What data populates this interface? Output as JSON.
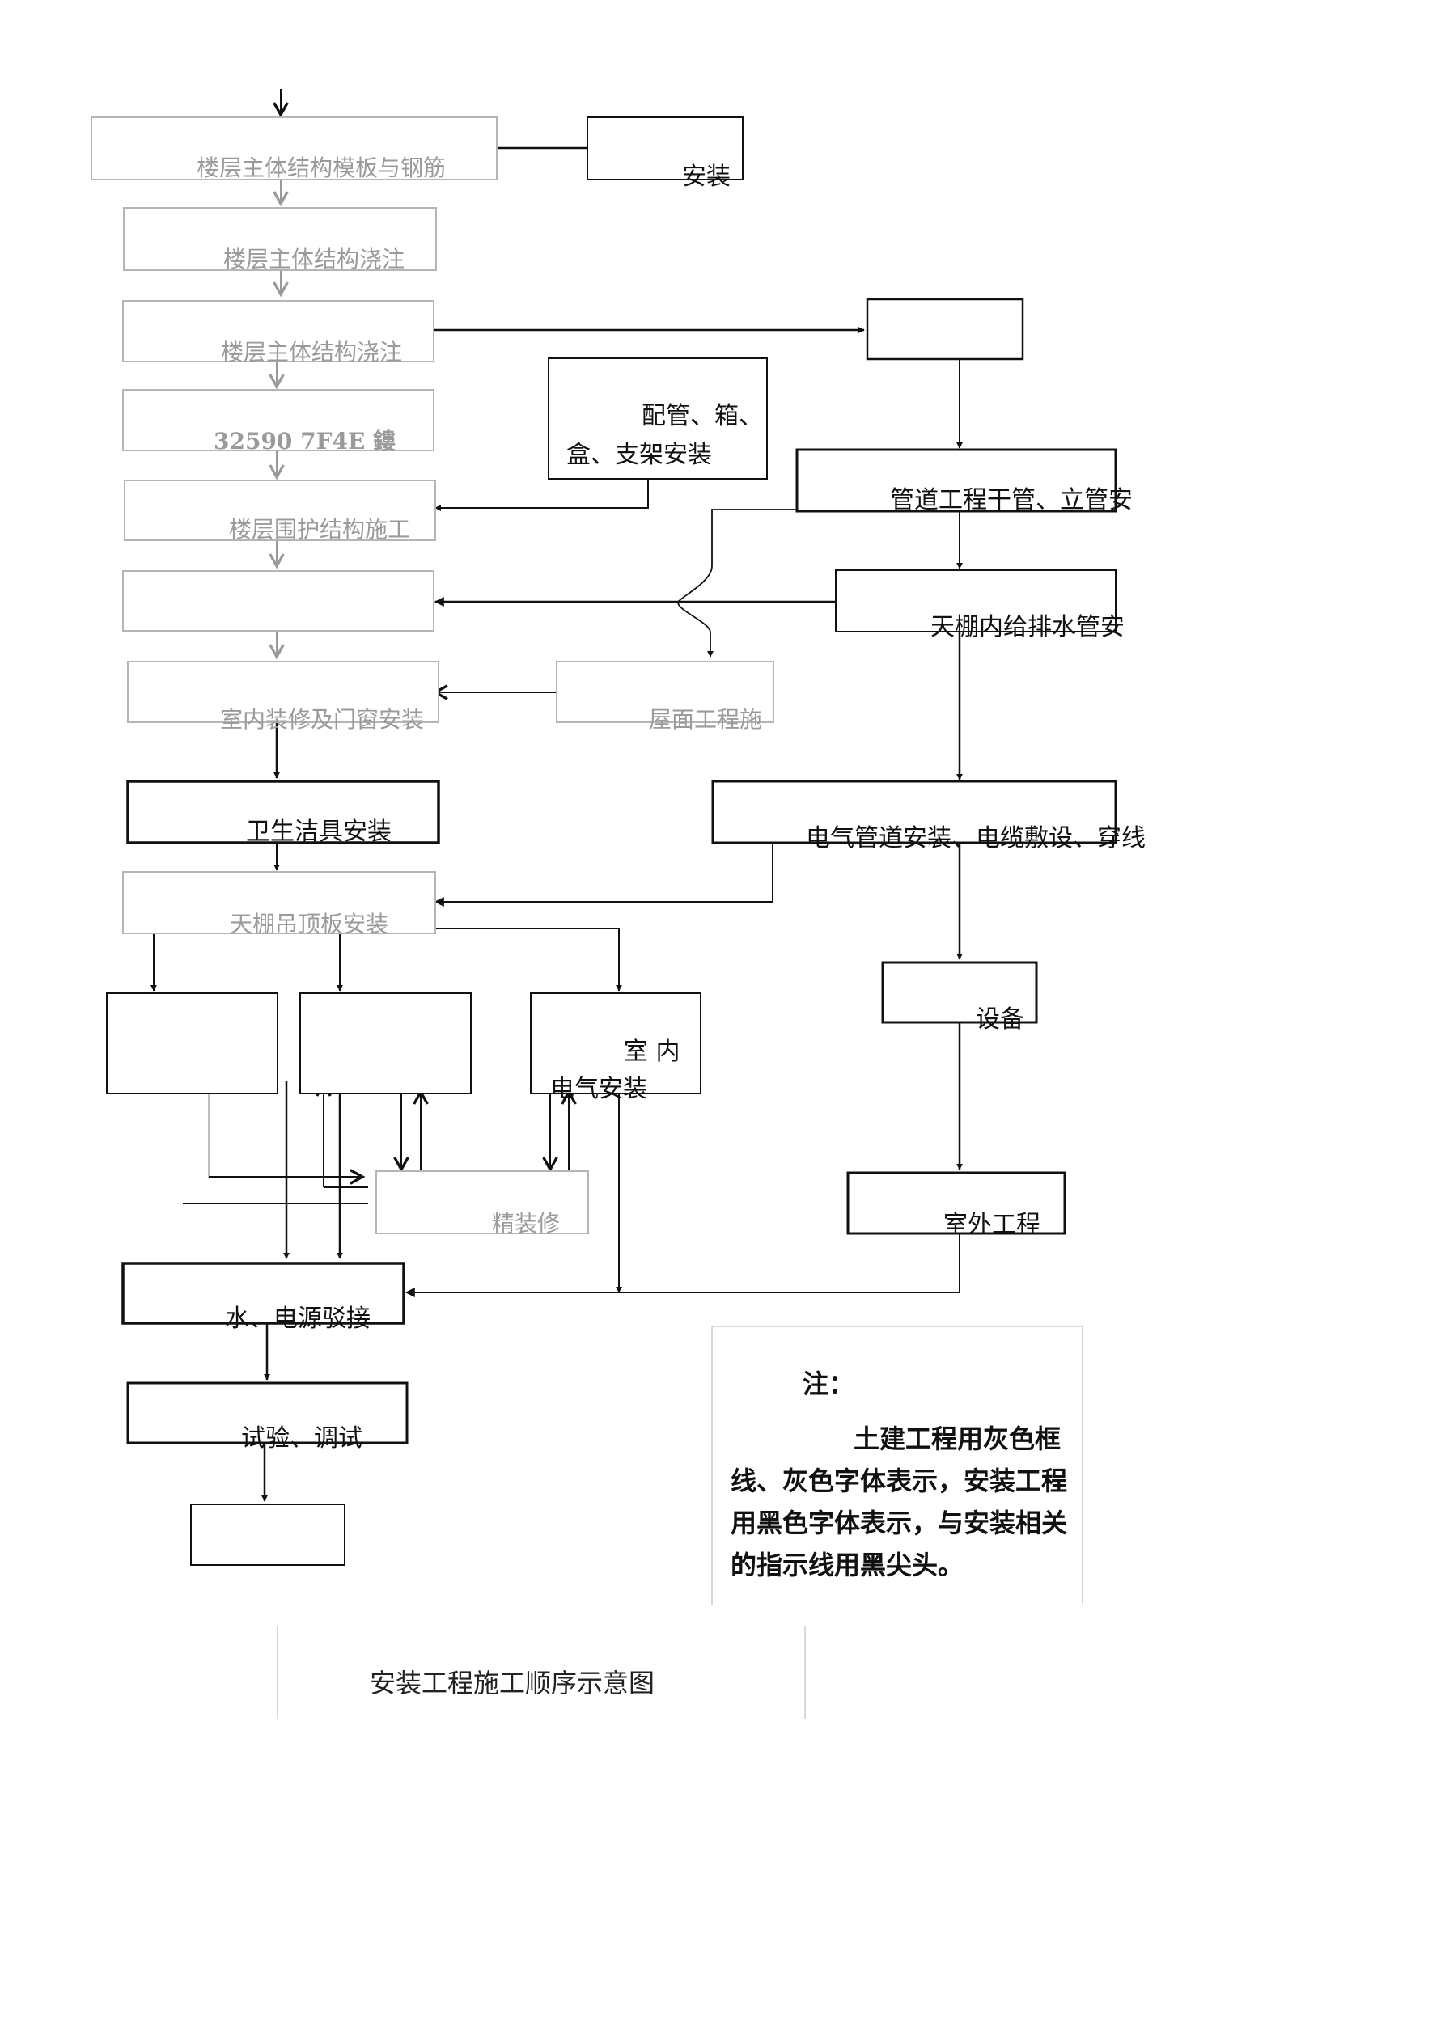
{
  "legend_colors": {
    "civil_gray": "#9a9a9a",
    "install_black": "#111111"
  },
  "civil": {
    "floor_formwork": "楼层主体结构模板与钢筋",
    "floor_pour_1": "楼层主体结构浇注",
    "floor_pour_2": "楼层主体结构浇注",
    "garbled_code": "32590  7F4E  鏤",
    "envelope": "楼层围护结构施工",
    "interior_decoration": "室内装修及门窗安装",
    "roofing": "屋面工程施",
    "ceiling_board": "天棚吊顶板安装",
    "fine_decoration": "精装修"
  },
  "install": {
    "install_top": "安装",
    "conduit_boxes_line1": "配管、箱、",
    "conduit_boxes_line2": "盒、支架安装",
    "pipe_main_riser": "管道工程干管、立管安",
    "ceiling_water_pipe": "天棚内给排水管安",
    "sanitary_fixtures": "卫生洁具安装",
    "electrical_conduit": "电气管道安装、电缆敷设、穿线",
    "equipment": "设备",
    "indoor_electrical_line1": "室 内",
    "indoor_electrical_line2": "电气安装",
    "outdoor_works": "室外工程",
    "water_power_connect": "水、电源驳接",
    "test_commission": "试验、调试"
  },
  "note": {
    "title": "注：",
    "line1": "土建工程用灰色框",
    "line2": "线、灰色字体表示，安装工程",
    "line3": "用黑色字体表示，与安装相关",
    "line4": "的指示线用黑尖头。"
  },
  "caption": "安装工程施工顺序示意图"
}
